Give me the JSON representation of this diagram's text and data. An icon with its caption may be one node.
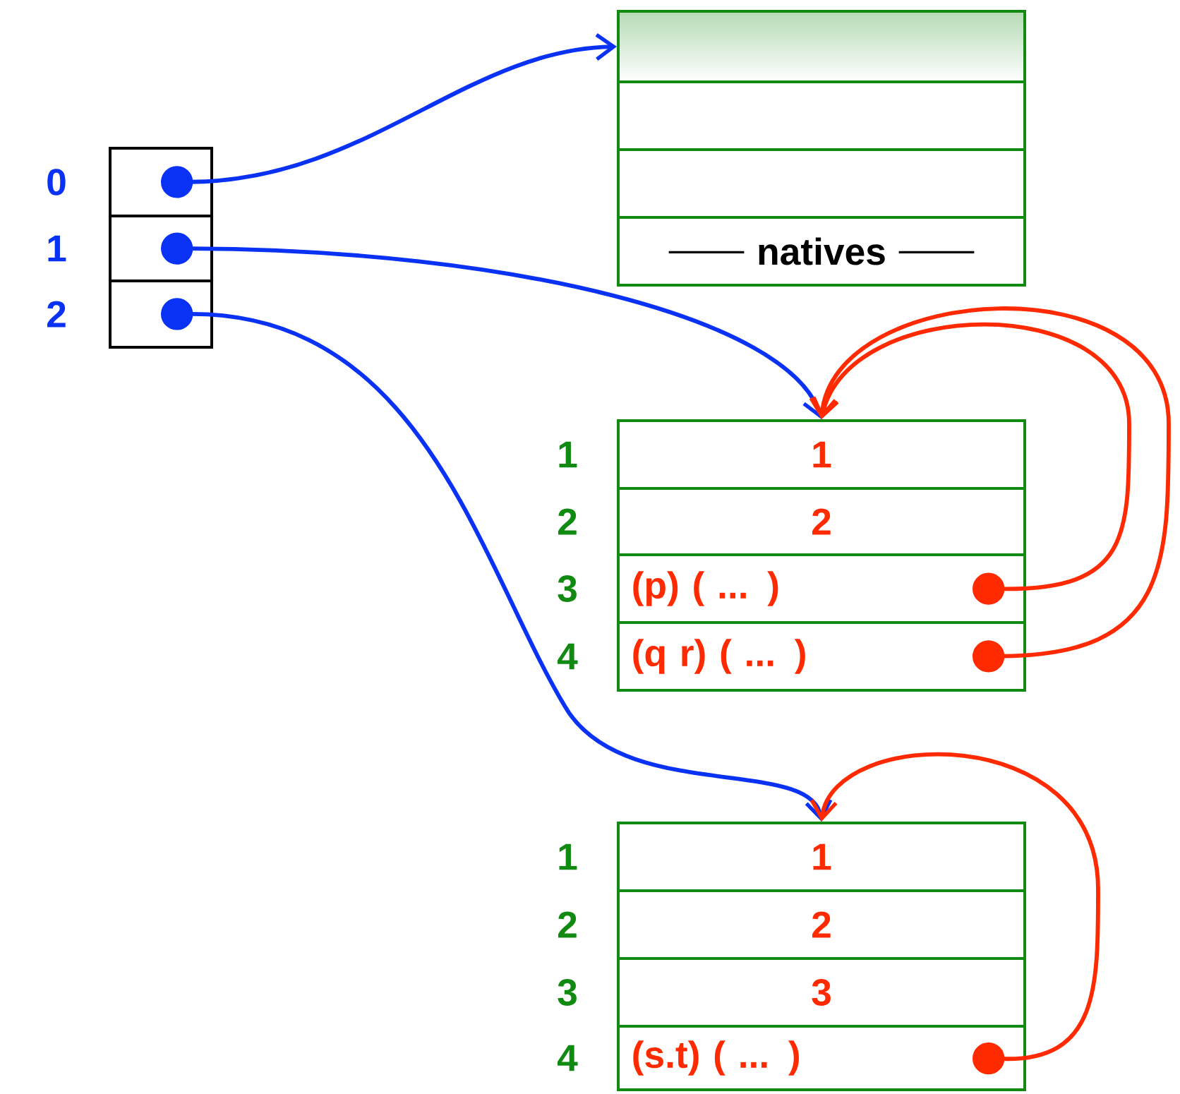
{
  "diagram": {
    "nodes": [
      {
        "text": [],
        "shape": "box",
        "beside": [
          "0"
        ]
      },
      {
        "text": [],
        "shape": "box",
        "beside": [
          "1"
        ]
      },
      {
        "text": [],
        "shape": "box",
        "beside": [
          "2"
        ]
      },
      {
        "text": [],
        "shape": "box"
      },
      {
        "text": [],
        "shape": "box"
      },
      {
        "text": [],
        "shape": "box"
      },
      {
        "text": [
          "natives"
        ]
      },
      {
        "text": [
          "1"
        ],
        "beside": [
          "1"
        ]
      },
      {
        "text": [
          "2"
        ],
        "beside": [
          "2"
        ]
      },
      {
        "text": [
          "(p) ( ... )"
        ],
        "beside": [
          "3"
        ]
      },
      {
        "text": [
          "(q r) ( ... )"
        ],
        "beside": [
          "4"
        ]
      },
      {
        "text": [
          "1"
        ],
        "beside": [
          "1"
        ]
      },
      {
        "text": [
          "2"
        ],
        "beside": [
          "2"
        ]
      },
      {
        "text": [
          "3"
        ],
        "beside": [
          "3"
        ]
      },
      {
        "text": [
          "(s.t) ( ... )"
        ],
        "beside": [
          "4"
        ]
      }
    ],
    "edges": [
      {
        "from": 0,
        "to": 3,
        "arrow": "to",
        "color": "#0a32f5"
      },
      {
        "from": 1,
        "to": 7,
        "arrow": "to",
        "color": "#0a32f5"
      },
      {
        "from": 2,
        "to": 11,
        "arrow": "to",
        "color": "#0a32f5"
      },
      {
        "from": 9,
        "to": 7,
        "arrow": "to",
        "color": "#ff2a00"
      },
      {
        "from": 10,
        "to": 7,
        "arrow": "to",
        "color": "#ff2a00"
      },
      {
        "from": 14,
        "to": 11,
        "arrow": "to",
        "color": "#ff2a00"
      }
    ]
  }
}
